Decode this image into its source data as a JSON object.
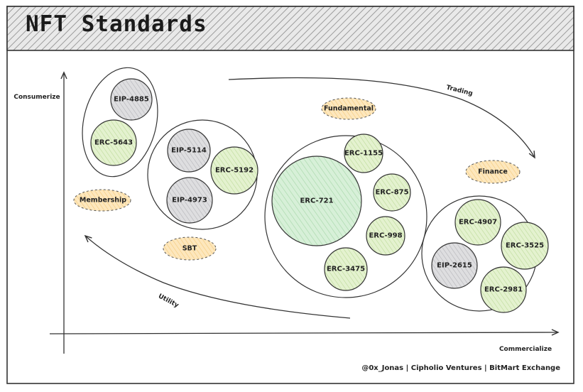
{
  "title": "NFT Standards",
  "axes": {
    "y_label": "Consumerize",
    "x_label": "Commercialize"
  },
  "flows": {
    "trading": "Trading",
    "utility": "Utility"
  },
  "tags": {
    "membership": "Membership",
    "sbt": "SBT",
    "fundamental": "Fundamental",
    "finance": "Finance"
  },
  "standards": {
    "eip_4885": "EIP-4885",
    "erc_5643": "ERC-5643",
    "eip_5114": "EIP-5114",
    "erc_5192": "ERC-5192",
    "eip_4973": "EIP-4973",
    "erc_721": "ERC-721",
    "erc_1155": "ERC-1155",
    "erc_875": "ERC-875",
    "erc_998": "ERC-998",
    "erc_3475": "ERC-3475",
    "erc_4907": "ERC-4907",
    "erc_3525": "ERC-3525",
    "eip_2615": "EIP-2615",
    "erc_2981": "ERC-2981"
  },
  "credit": "@0x_Jonas | Cipholio Ventures | BitMart Exchange",
  "colors": {
    "green": "#dcedc4",
    "gray": "#d5d5d8",
    "orange": "#fbdfaa",
    "erc721": "#cdeccf"
  }
}
